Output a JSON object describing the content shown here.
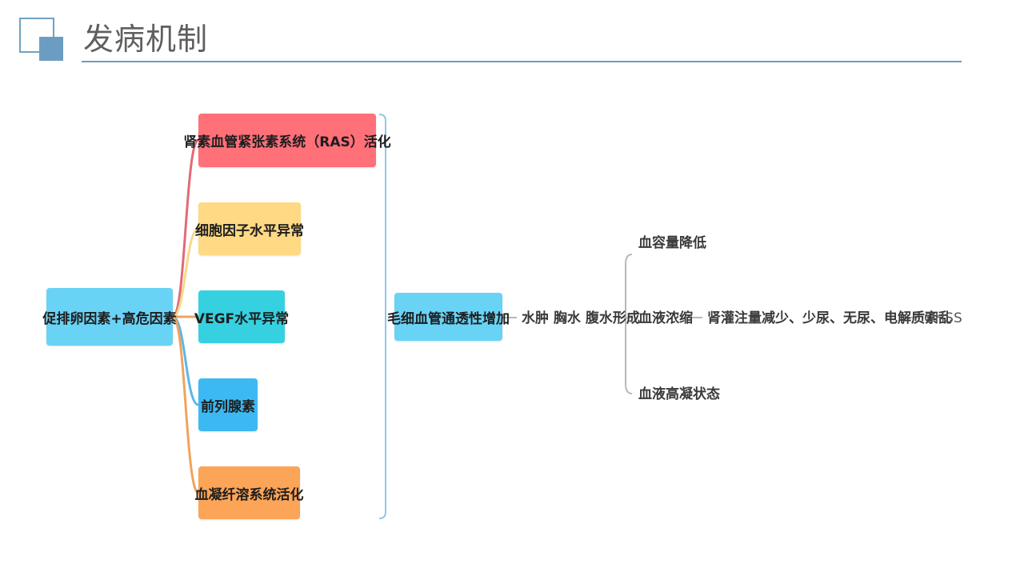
{
  "header": {
    "title": "发病机制"
  },
  "mindmap": {
    "root": {
      "label": "促排卵因素+高危因素",
      "color": "#69d3f6"
    },
    "factors": [
      {
        "label": "肾素血管紧张素系统（RAS）活化",
        "color": "#ff7079",
        "line": "#e36a76"
      },
      {
        "label": "细胞因子水平异常",
        "color": "#ffd984",
        "line": "#f6d98c"
      },
      {
        "label": "VEGF水平异常",
        "color": "#36d1e0",
        "line": "#f0a35d"
      },
      {
        "label": "前列腺素",
        "color": "#3cb9f2",
        "line": "#5bb7e6"
      },
      {
        "label": "血凝纤溶系统活化",
        "color": "#fca457",
        "line": "#f0a35d"
      }
    ],
    "bracket_color": "#8cc8e8",
    "central": {
      "label": "毛细血管通透性增加",
      "color": "#69d3f6"
    },
    "effect": {
      "label": "水肿 胸水 腹水形成"
    },
    "outcomes": [
      {
        "label": "血容量降低"
      },
      {
        "label": "血液浓缩"
      },
      {
        "label": "血液高凝状态"
      }
    ],
    "consequence": {
      "label": "肾灌注量减少、少尿、无尿、电解质紊乱"
    },
    "result": {
      "label": "OHSS"
    }
  }
}
